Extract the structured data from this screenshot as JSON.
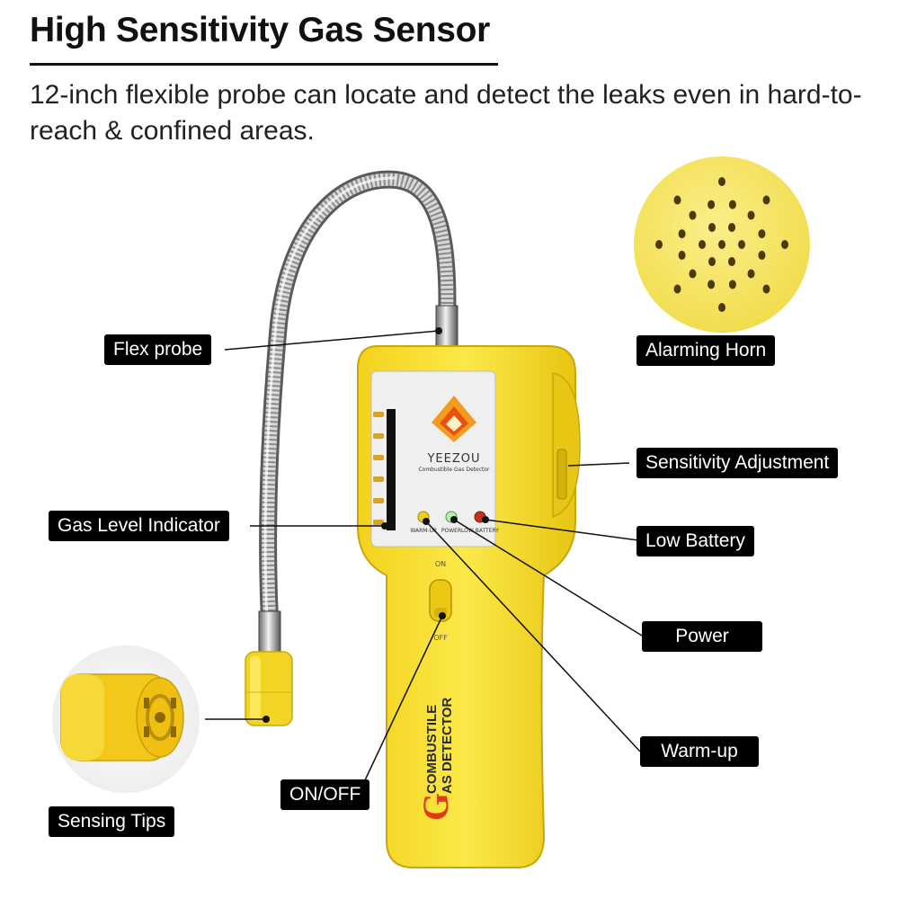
{
  "header": {
    "title": "High Sensitivity Gas Sensor",
    "subtitle": "12-inch flexible probe can locate and detect the leaks even in hard-to-reach & confined areas."
  },
  "device": {
    "brand": "YEEZOU",
    "brand_sub": "Combustible Gas Detector",
    "led_labels": [
      "WARM-UP",
      "POWER",
      "LOW BATTERY"
    ],
    "switch_on": "ON",
    "switch_off": "OFF",
    "side_text_line1": "G",
    "side_text_line2": "COMBUSTILE",
    "side_text_line3": "AS DETECTOR"
  },
  "callouts": {
    "flex_probe": "Flex probe",
    "alarming_horn": "Alarming Horn",
    "sensitivity_adjustment": "Sensitivity Adjustment",
    "gas_level_indicator": "Gas Level Indicator",
    "low_battery": "Low Battery",
    "power": "Power",
    "warm_up": "Warm-up",
    "on_off": "ON/OFF",
    "sensing_tips": "Sensing Tips"
  },
  "colors": {
    "device_yellow": "#f6e13a",
    "accent_orange": "#e03a17",
    "label_bg": "#000000",
    "horn_yellow": "#f7e466"
  }
}
